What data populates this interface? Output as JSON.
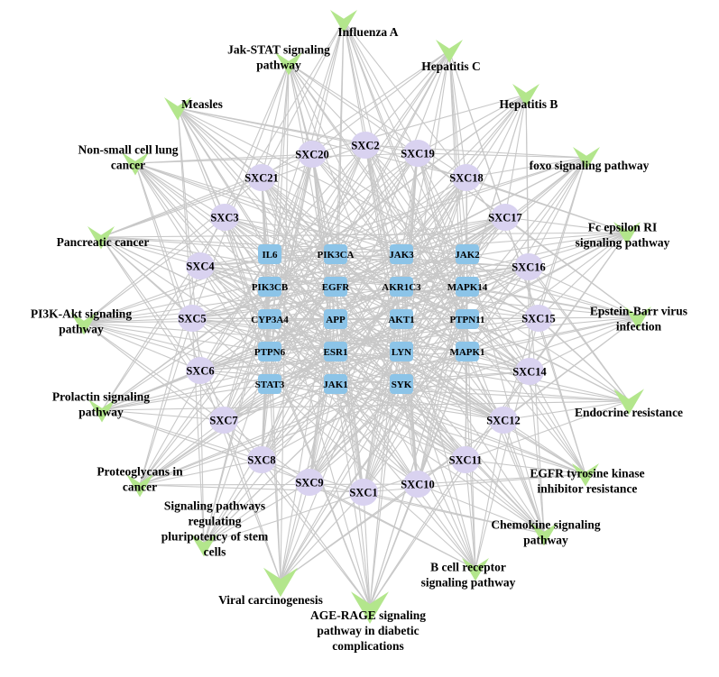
{
  "colors": {
    "edge": "#c8c8c8",
    "pathway_node": "#b3e68c",
    "compound_node": "#d9d2f0",
    "gene_node": "#8cc4e8",
    "label": "#000000"
  },
  "pathways": [
    {
      "id": "influenza-a",
      "label": [
        "Influenza A"
      ]
    },
    {
      "id": "hepatitis-c",
      "label": [
        "Hepatitis C"
      ]
    },
    {
      "id": "hepatitis-b",
      "label": [
        "Hepatitis B"
      ]
    },
    {
      "id": "foxo",
      "label": [
        "foxo signaling pathway"
      ]
    },
    {
      "id": "fc-epsilon",
      "label": [
        "Fc epsilon RI",
        "signaling pathway"
      ]
    },
    {
      "id": "epstein-barr",
      "label": [
        "Epstein-Barr virus",
        "infection"
      ]
    },
    {
      "id": "endocrine",
      "label": [
        "Endocrine resistance"
      ]
    },
    {
      "id": "egfr-tki",
      "label": [
        "EGFR tyrosine kinase",
        "inhibitor resistance"
      ]
    },
    {
      "id": "chemokine",
      "label": [
        "Chemokine signaling",
        "pathway"
      ]
    },
    {
      "id": "b-cell",
      "label": [
        "B cell receptor",
        "signaling pathway"
      ]
    },
    {
      "id": "age-rage",
      "label": [
        "AGE-RAGE signaling",
        "pathway in diabetic",
        "complications"
      ]
    },
    {
      "id": "viral-carcinogenesis",
      "label": [
        "Viral carcinogenesis"
      ]
    },
    {
      "id": "stem-cells",
      "label": [
        "Signaling pathways",
        "regulating",
        "pluripotency of stem",
        "cells"
      ]
    },
    {
      "id": "proteoglycans",
      "label": [
        "Proteoglycans in",
        "cancer"
      ]
    },
    {
      "id": "prolactin",
      "label": [
        "Prolactin signaling",
        "pathway"
      ]
    },
    {
      "id": "pi3k-akt",
      "label": [
        "PI3K-Akt signaling",
        "pathway"
      ]
    },
    {
      "id": "pancreatic",
      "label": [
        "Pancreatic cancer"
      ]
    },
    {
      "id": "nsclc",
      "label": [
        "Non-small cell lung",
        "cancer"
      ]
    },
    {
      "id": "measles",
      "label": [
        "Measles"
      ]
    },
    {
      "id": "jak-stat",
      "label": [
        "Jak-STAT signaling",
        "pathway"
      ]
    }
  ],
  "compounds": [
    "SXC1",
    "SXC2",
    "SXC3",
    "SXC4",
    "SXC5",
    "SXC6",
    "SXC7",
    "SXC8",
    "SXC9",
    "SXC10",
    "SXC11",
    "SXC12",
    "SXC14",
    "SXC15",
    "SXC16",
    "SXC17",
    "SXC18",
    "SXC19",
    "SXC20",
    "SXC21"
  ],
  "genes": [
    [
      "IL6",
      "PIK3CA",
      "JAK3",
      "JAK2"
    ],
    [
      "PIK3CB",
      "EGFR",
      "AKR1C3",
      "MAPK14"
    ],
    [
      "CYP3A4",
      "APP",
      "AKT1",
      "PTPN11"
    ],
    [
      "PTPN6",
      "ESR1",
      "LYN",
      "MAPK1"
    ],
    [
      "STAT3",
      "JAK1",
      "SYK"
    ]
  ]
}
